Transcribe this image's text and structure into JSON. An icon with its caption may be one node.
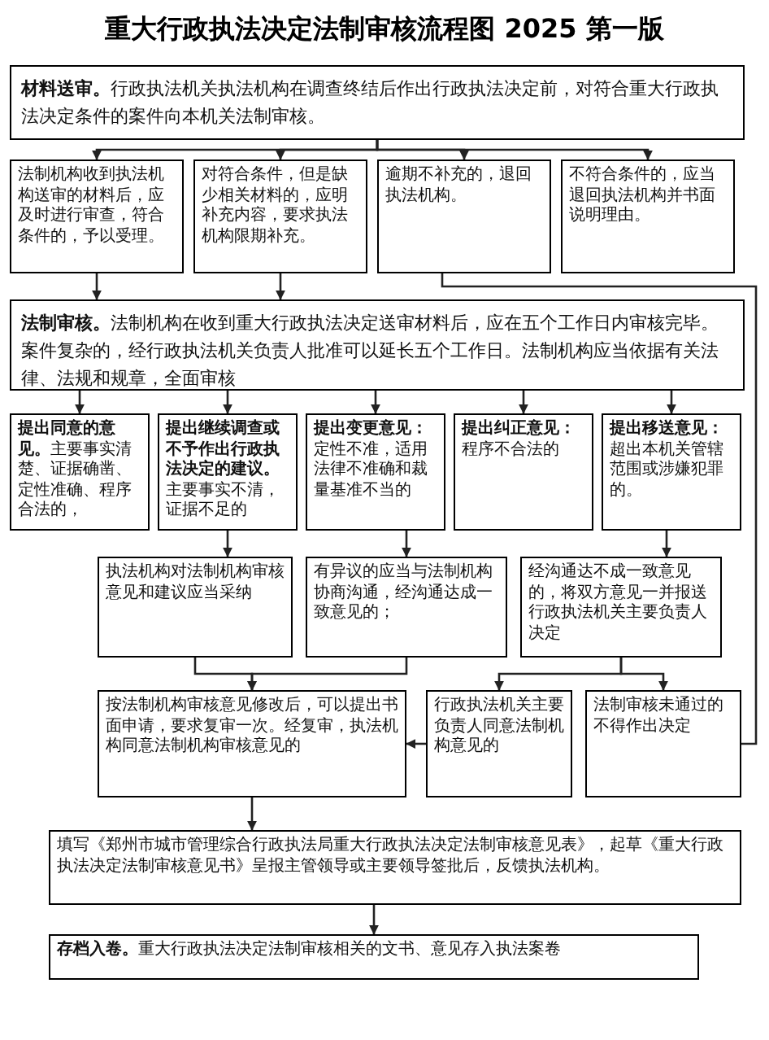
{
  "diagram": {
    "title": "重大行政执法决定法制审核流程图 2025 第一版",
    "nodes": [
      {
        "text": [
          "**材料送审。**行政执法机关执法机构在调查终结后作出行政执法决定前，对符合重大行政执法决定条件的案件向本机关法制审核。"
        ]
      },
      {
        "text": [
          "法制机构收到执法机构送审的材料后，应及时进行审查，符合条件的，予以受理。"
        ]
      },
      {
        "text": [
          "对符合条件，但是缺少相关材料的，应明补充内容，要求执法机构限期补充。"
        ]
      },
      {
        "text": [
          "逾期不补充的，退回执法机构。"
        ]
      },
      {
        "text": [
          "不符合条件的，应当退回执法机构并书面说明理由。"
        ]
      },
      {
        "text": [
          "**法制审核。**法制机构在收到重大行政执法决定送审材料后，应在五个工作日内审核完毕。案件复杂的，经行政执法机关负责人批准可以延长五个工作日。法制机构应当依据有关法律、法规和规章，全面审核"
        ]
      },
      {
        "text": [
          "**提出同意的意见。**主要事实清楚、证据确凿、定性准确、程序合法的，"
        ]
      },
      {
        "text": [
          "**提出继续调查或不予作出行政执法决定的建议。**主要事实不清，证据不足的"
        ]
      },
      {
        "text": [
          "**提出变更意见：**定性不准，适用法律不准确和裁量基准不当的"
        ]
      },
      {
        "text": [
          "**提出纠正意见：**程序不合法的"
        ]
      },
      {
        "text": [
          "**提出移送意见：**超出本机关管辖范围或涉嫌犯罪的。"
        ]
      },
      {
        "text": [
          "执法机构对法制机构审核意见和建议应当采纳"
        ]
      },
      {
        "text": [
          "有异议的应当与法制机构协商沟通，经沟通达成一致意见的；"
        ]
      },
      {
        "text": [
          "经沟通达不成一致意见的，将双方意见一并报送行政执法机关主要负责人决定"
        ]
      },
      {
        "text": [
          "按法制机构审核意见修改后，可以提出书面申请，要求复审一次。经复审，执法机构同意法制机构审核意见的"
        ]
      },
      {
        "text": [
          "行政执法机关主要负责人同意法制机构意见的"
        ]
      },
      {
        "text": [
          "法制审核未通过的不得作出决定"
        ]
      },
      {
        "text": [
          "填写《郑州市城市管理综合行政执法局重大行政执法决定法制审核意见表》，起草《重大行政执法决定法制审核意见书》呈报主管领导或主要领导签批后，反馈执法机构。"
        ]
      },
      {
        "text": [
          "**存档入卷。**重大行政执法决定法制审核相关的文书、意见存入执法案卷"
        ]
      }
    ],
    "edges": [
      {
        "from": 0,
        "to": 1,
        "arrow": "to"
      },
      {
        "from": 0,
        "to": 2,
        "arrow": "to"
      },
      {
        "from": 0,
        "to": 3,
        "arrow": "to"
      },
      {
        "from": 0,
        "to": 4,
        "arrow": "to"
      },
      {
        "from": 1,
        "to": 5,
        "arrow": "to"
      },
      {
        "from": 2,
        "to": 5,
        "arrow": "to"
      },
      {
        "from": 3,
        "to": 16,
        "arrow": "none"
      },
      {
        "from": 5,
        "to": 6,
        "arrow": "to"
      },
      {
        "from": 5,
        "to": 7,
        "arrow": "to"
      },
      {
        "from": 5,
        "to": 8,
        "arrow": "to"
      },
      {
        "from": 5,
        "to": 9,
        "arrow": "to"
      },
      {
        "from": 5,
        "to": 10,
        "arrow": "to"
      },
      {
        "from": 7,
        "to": 11,
        "arrow": "to"
      },
      {
        "from": 8,
        "to": 12,
        "arrow": "to"
      },
      {
        "from": 10,
        "to": 13,
        "arrow": "to"
      },
      {
        "from": 11,
        "to": 14,
        "arrow": "to"
      },
      {
        "from": 12,
        "to": 14,
        "arrow": "to"
      },
      {
        "from": 13,
        "to": 15,
        "arrow": "to"
      },
      {
        "from": 13,
        "to": 16,
        "arrow": "to"
      },
      {
        "from": 15,
        "to": 14,
        "arrow": "to"
      },
      {
        "from": 14,
        "to": 17,
        "arrow": "to"
      },
      {
        "from": 17,
        "to": 18,
        "arrow": "to"
      }
    ]
  }
}
